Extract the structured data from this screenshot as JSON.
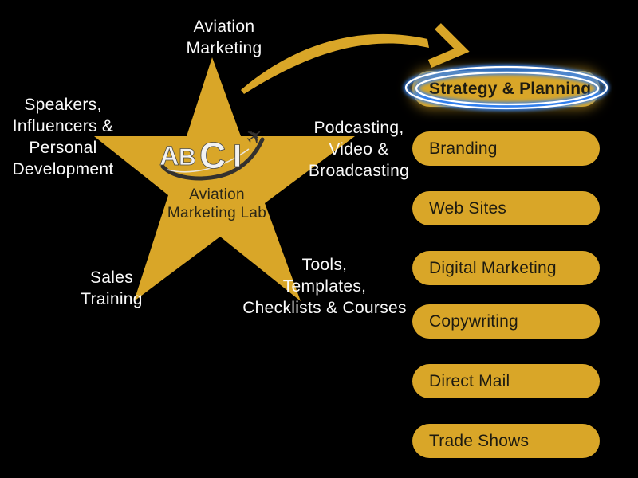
{
  "title": "Aviation Marketing Lab diagram",
  "colors": {
    "background": "#000000",
    "gold": "#D9A628",
    "label_text": "#FAFAFA",
    "pill_text": "#1E1B10",
    "star_label_text": "#2B2716",
    "ring_glow_blue": "#2F7FF2",
    "ring_line_white": "#FFFFFF",
    "logo_dark": "#33312E",
    "logo_light": "#F2F2F2"
  },
  "logo": {
    "letters": [
      "A",
      "B",
      "C",
      "I"
    ],
    "plane_glyph": "✈"
  },
  "star": {
    "label_lines": [
      "Aviation",
      "Marketing Lab"
    ]
  },
  "spokes": [
    {
      "name": "aviation-marketing",
      "lines": [
        "Aviation",
        "Marketing"
      ]
    },
    {
      "name": "speakers-influencers",
      "lines": [
        "Speakers,",
        "Influencers &",
        "Personal",
        "Development"
      ]
    },
    {
      "name": "podcasting-video",
      "lines": [
        "Podcasting,",
        "Video &",
        "Broadcasting"
      ]
    },
    {
      "name": "sales-training",
      "lines": [
        "Sales",
        "Training"
      ]
    },
    {
      "name": "tools-templates",
      "lines": [
        "Tools,",
        "Templates,",
        "Checklists & Courses"
      ]
    }
  ],
  "menu": {
    "items": [
      {
        "label": "Strategy & Planning",
        "highlighted": true
      },
      {
        "label": "Branding",
        "highlighted": false
      },
      {
        "label": "Web Sites",
        "highlighted": false
      },
      {
        "label": "Digital Marketing",
        "highlighted": false
      },
      {
        "label": "Copywriting",
        "highlighted": false
      },
      {
        "label": "Direct Mail",
        "highlighted": false
      },
      {
        "label": "Trade Shows",
        "highlighted": false
      }
    ]
  }
}
